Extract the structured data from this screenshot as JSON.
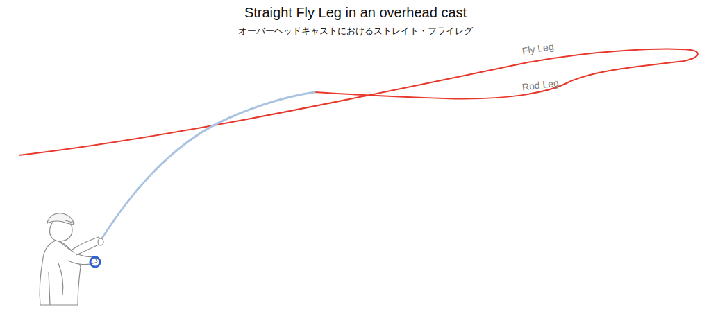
{
  "diagram": {
    "title": "Straight Fly Leg in an overhead cast",
    "caption": "オーバーヘッドキャストにおけるストレイト・フライレグ",
    "labels": [
      "Fly Leg",
      "Rod Leg"
    ]
  }
}
